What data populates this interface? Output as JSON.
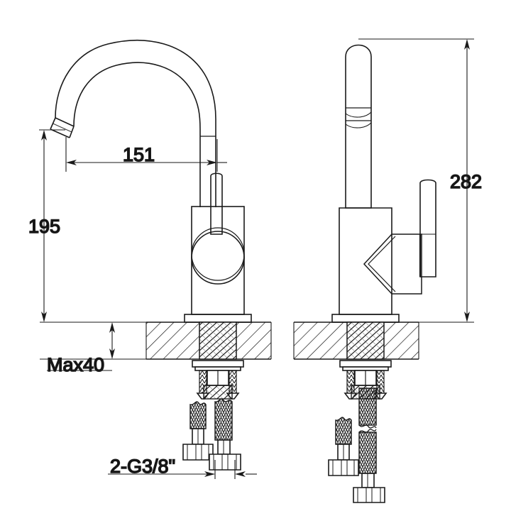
{
  "drawing": {
    "type": "technical-drawing",
    "subject": "single-lever-kitchen-faucet",
    "views": [
      {
        "name": "front-view",
        "position": "left"
      },
      {
        "name": "side-view",
        "position": "right"
      }
    ],
    "background_color": "#ffffff",
    "line_color": "#1a1a1a",
    "units": "mm"
  },
  "dimensions": {
    "spout_reach": {
      "label": "151",
      "orientation": "horizontal",
      "view": "front-view"
    },
    "spout_height": {
      "label": "195",
      "orientation": "vertical",
      "view": "front-view"
    },
    "overall_height": {
      "label": "282",
      "orientation": "vertical",
      "view": "side-view"
    },
    "max_counter_thickness": {
      "label": "Max40",
      "orientation": "vertical",
      "view": "front-view"
    },
    "supply_thread": {
      "label": "2-G3/8\"",
      "orientation": "horizontal",
      "view": "front-view"
    }
  },
  "annotations": [
    {
      "id": "dim-151",
      "text": "151"
    },
    {
      "id": "dim-195",
      "text": "195"
    },
    {
      "id": "dim-282",
      "text": "282"
    },
    {
      "id": "dim-max40",
      "text": "Max40"
    },
    {
      "id": "dim-g38",
      "text": "2-G3/8\""
    }
  ],
  "components": {
    "spout": "curved-gooseneck-spout",
    "aerator": "angled-outlet-aerator",
    "handle": "single-lever-handle",
    "body": "cylindrical-body",
    "counter": "hatched-countertop-section",
    "shank": "threaded-mounting-shank",
    "mounting_nut": "hex-mounting-nut",
    "supply_hoses": "braided-flexible-supply-hoses"
  }
}
